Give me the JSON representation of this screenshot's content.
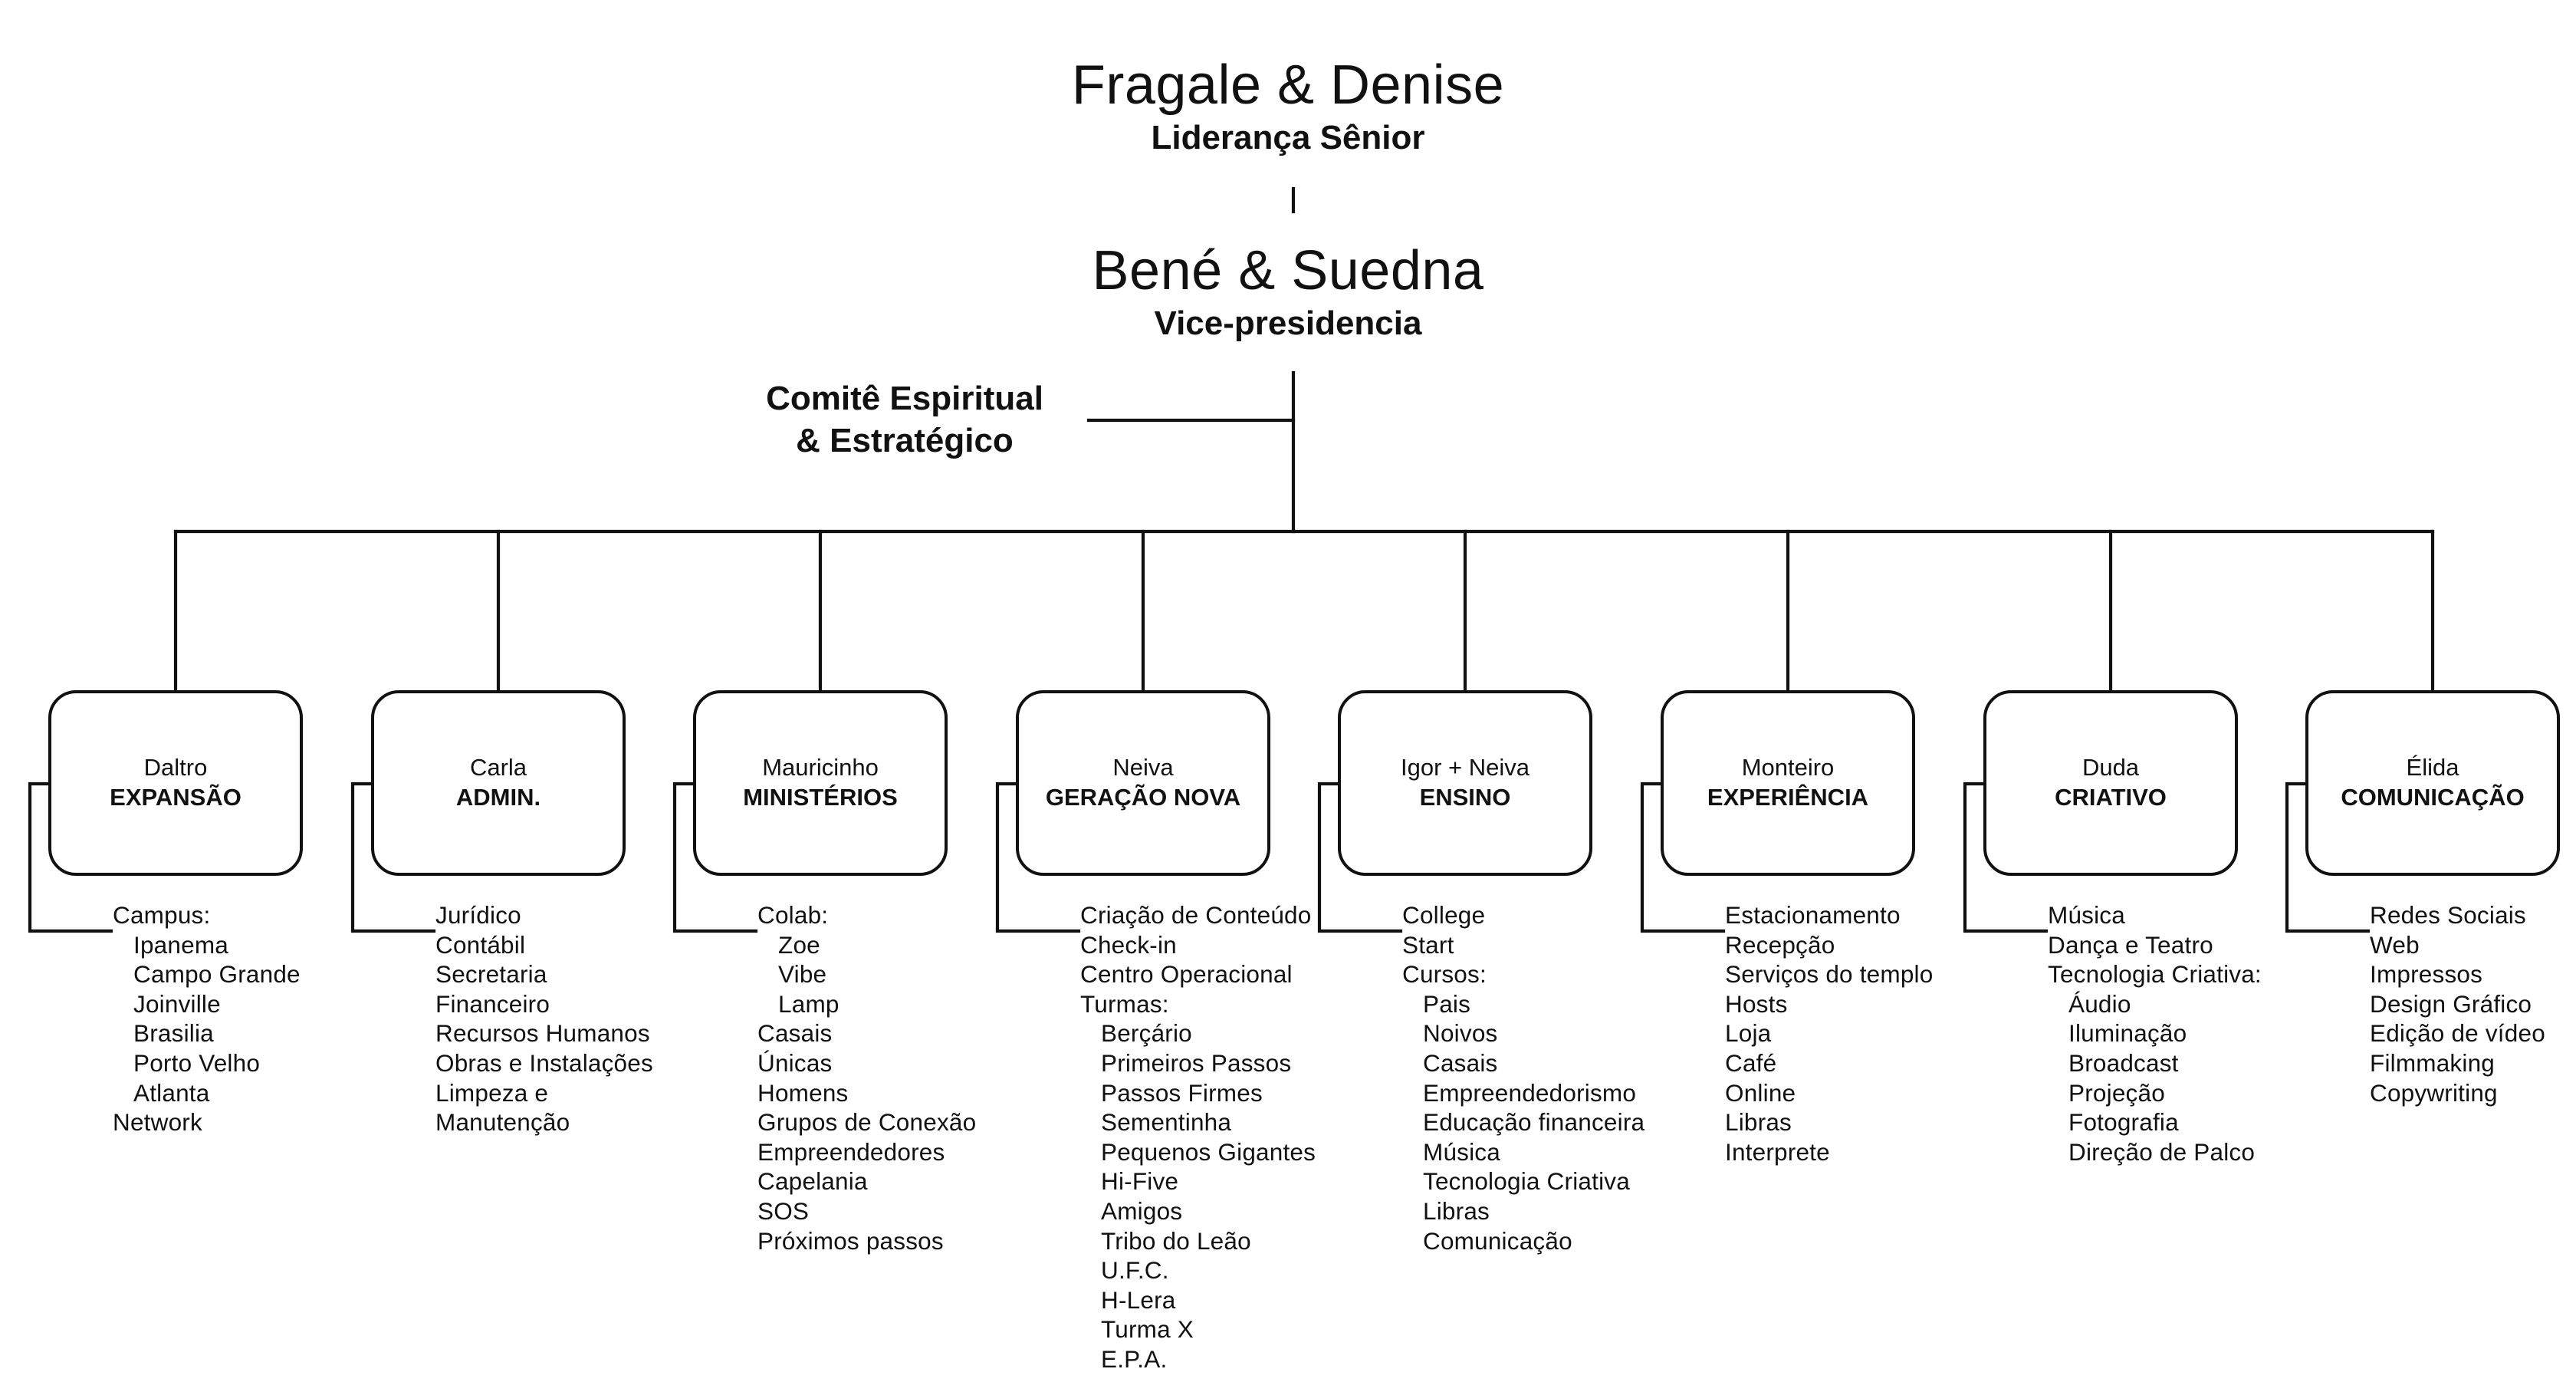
{
  "top": [
    {
      "name": "Fragale & Denise",
      "role": "Liderança Sênior"
    },
    {
      "name": "Bené & Suedna",
      "role": "Vice-presidencia"
    }
  ],
  "committee": {
    "line1": "Comitê Espiritual",
    "line2": "& Estratégico"
  },
  "departments": [
    {
      "leader": "Daltro",
      "name": "EXPANSÃO",
      "items": [
        {
          "text": "Campus:",
          "level": 0
        },
        {
          "text": "Ipanema",
          "level": 1
        },
        {
          "text": "Campo Grande",
          "level": 1
        },
        {
          "text": "Joinville",
          "level": 1
        },
        {
          "text": "Brasilia",
          "level": 1
        },
        {
          "text": "Porto Velho",
          "level": 1
        },
        {
          "text": "Atlanta",
          "level": 1
        },
        {
          "text": "Network",
          "level": 0
        }
      ]
    },
    {
      "leader": "Carla",
      "name": "ADMIN.",
      "items": [
        {
          "text": "Jurídico",
          "level": 0
        },
        {
          "text": "Contábil",
          "level": 0
        },
        {
          "text": "Secretaria",
          "level": 0
        },
        {
          "text": "Financeiro",
          "level": 0
        },
        {
          "text": "Recursos Humanos",
          "level": 0
        },
        {
          "text": "Obras e Instalações",
          "level": 0
        },
        {
          "text": "Limpeza e",
          "level": 0
        },
        {
          "text": "Manutenção",
          "level": 0
        }
      ]
    },
    {
      "leader": "Mauricinho",
      "name": "MINISTÉRIOS",
      "items": [
        {
          "text": "Colab:",
          "level": 0
        },
        {
          "text": "Zoe",
          "level": 1
        },
        {
          "text": "Vibe",
          "level": 1
        },
        {
          "text": "Lamp",
          "level": 1
        },
        {
          "text": "Casais",
          "level": 0
        },
        {
          "text": "Únicas",
          "level": 0
        },
        {
          "text": "Homens",
          "level": 0
        },
        {
          "text": "Grupos de Conexão",
          "level": 0
        },
        {
          "text": "Empreendedores",
          "level": 0
        },
        {
          "text": "Capelania",
          "level": 0
        },
        {
          "text": "SOS",
          "level": 0
        },
        {
          "text": "Próximos passos",
          "level": 0
        }
      ]
    },
    {
      "leader": "Neiva",
      "name": "GERAÇÃO NOVA",
      "items": [
        {
          "text": "Criação de Conteúdo",
          "level": 0
        },
        {
          "text": "Check-in",
          "level": 0
        },
        {
          "text": "Centro Operacional",
          "level": 0
        },
        {
          "text": "Turmas:",
          "level": 0
        },
        {
          "text": "Berçário",
          "level": 1
        },
        {
          "text": "Primeiros Passos",
          "level": 1
        },
        {
          "text": "Passos Firmes",
          "level": 1
        },
        {
          "text": "Sementinha",
          "level": 1
        },
        {
          "text": "Pequenos Gigantes",
          "level": 1
        },
        {
          "text": "Hi-Five",
          "level": 1
        },
        {
          "text": "Amigos",
          "level": 1
        },
        {
          "text": "Tribo do Leão",
          "level": 1
        },
        {
          "text": "U.F.C.",
          "level": 1
        },
        {
          "text": "H-Lera",
          "level": 1
        },
        {
          "text": "Turma X",
          "level": 1
        },
        {
          "text": "E.P.A.",
          "level": 1
        }
      ]
    },
    {
      "leader": "Igor + Neiva",
      "name": "ENSINO",
      "items": [
        {
          "text": "College",
          "level": 0
        },
        {
          "text": "Start",
          "level": 0
        },
        {
          "text": "Cursos:",
          "level": 0
        },
        {
          "text": "Pais",
          "level": 1
        },
        {
          "text": "Noivos",
          "level": 1
        },
        {
          "text": "Casais",
          "level": 1
        },
        {
          "text": "Empreendedorismo",
          "level": 1
        },
        {
          "text": "Educação financeira",
          "level": 1
        },
        {
          "text": "Música",
          "level": 1
        },
        {
          "text": "Tecnologia Criativa",
          "level": 1
        },
        {
          "text": "Libras",
          "level": 1
        },
        {
          "text": "Comunicação",
          "level": 1
        }
      ]
    },
    {
      "leader": "Monteiro",
      "name": "EXPERIÊNCIA",
      "items": [
        {
          "text": "Estacionamento",
          "level": 0
        },
        {
          "text": "Recepção",
          "level": 0
        },
        {
          "text": "Serviços do templo",
          "level": 0
        },
        {
          "text": "Hosts",
          "level": 0
        },
        {
          "text": "Loja",
          "level": 0
        },
        {
          "text": "Café",
          "level": 0
        },
        {
          "text": "Online",
          "level": 0
        },
        {
          "text": "Libras",
          "level": 0
        },
        {
          "text": "Interprete",
          "level": 0
        }
      ]
    },
    {
      "leader": "Duda",
      "name": "CRIATIVO",
      "items": [
        {
          "text": "Música",
          "level": 0
        },
        {
          "text": "Dança e Teatro",
          "level": 0
        },
        {
          "text": "Tecnologia Criativa:",
          "level": 0
        },
        {
          "text": "Áudio",
          "level": 1
        },
        {
          "text": "Iluminação",
          "level": 1
        },
        {
          "text": "Broadcast",
          "level": 1
        },
        {
          "text": "Projeção",
          "level": 1
        },
        {
          "text": "Fotografia",
          "level": 1
        },
        {
          "text": "Direção de Palco",
          "level": 1
        }
      ]
    },
    {
      "leader": "Élida",
      "name": "COMUNICAÇÃO",
      "items": [
        {
          "text": "Redes Sociais",
          "level": 0
        },
        {
          "text": "Web",
          "level": 0
        },
        {
          "text": "Impressos",
          "level": 0
        },
        {
          "text": "Design Gráfico",
          "level": 0
        },
        {
          "text": "Edição de vídeo",
          "level": 0
        },
        {
          "text": "Filmmaking",
          "level": 0
        },
        {
          "text": "Copywriting",
          "level": 0
        }
      ]
    }
  ]
}
